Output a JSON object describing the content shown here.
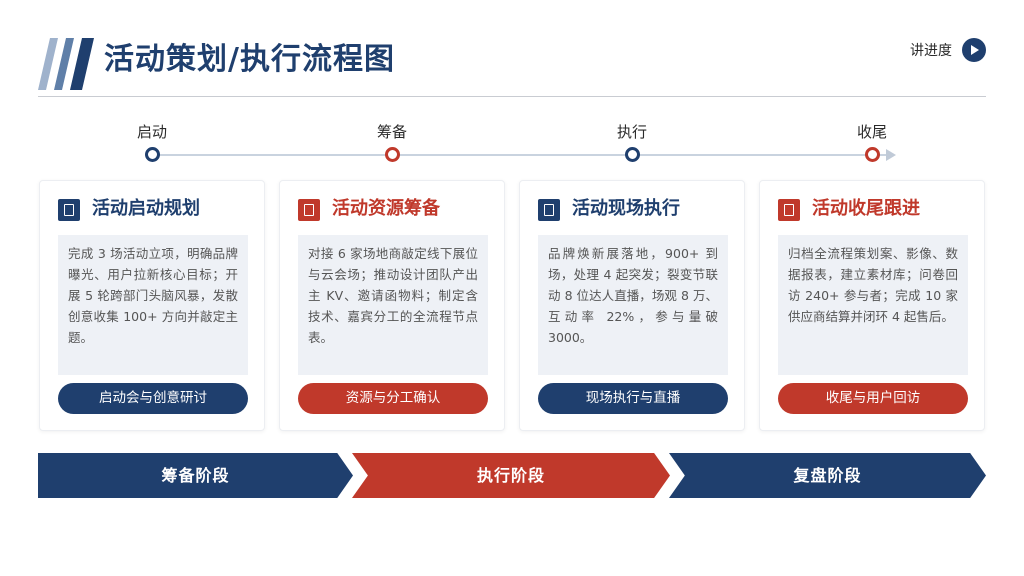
{
  "header": {
    "title": "活动策划/执行流程图",
    "progress_link": "讲进度"
  },
  "colors": {
    "primary": "#1f3f6e",
    "accent": "#c0392b",
    "panel": "#eef1f6"
  },
  "timeline": {
    "steps": [
      "启动",
      "筹备",
      "执行",
      "收尾"
    ]
  },
  "cards": [
    {
      "title": "活动启动规划",
      "body": "完成 3 场活动立项，明确品牌曝光、用户拉新核心目标；开展 5 轮跨部门头脑风暴，发散创意收集 100+ 方向并敲定主题。",
      "button": "启动会与创意研讨"
    },
    {
      "title": "活动资源筹备",
      "body": "对接 6 家场地商敲定线下展位与云会场；推动设计团队产出主 KV、邀请函物料；制定含技术、嘉宾分工的全流程节点表。",
      "button": "资源与分工确认"
    },
    {
      "title": "活动现场执行",
      "body": "品牌焕新展落地，900+ 到场，处理 4 起突发；裂变节联动 8 位达人直播，场观 8 万、互动率 22%，参与量破 3000。",
      "button": "现场执行与直播"
    },
    {
      "title": "活动收尾跟进",
      "body": "归档全流程策划案、影像、数据报表，建立素材库；问卷回访 240+ 参与者；完成 10 家供应商结算并闭环 4 起售后。",
      "button": "收尾与用户回访"
    }
  ],
  "phases": [
    "筹备阶段",
    "执行阶段",
    "复盘阶段"
  ]
}
